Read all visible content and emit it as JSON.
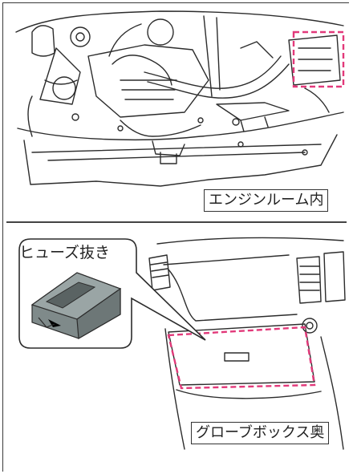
{
  "sections": {
    "engine": {
      "label": "エンジンルーム内"
    },
    "glovebox": {
      "label": "グローブボックス奥",
      "callout_label": "ヒューズ抜き"
    }
  },
  "colors": {
    "highlight": "#e2397a",
    "line": "#333333"
  },
  "icons": [
    "engine-room-illustration",
    "fuse-puller-illustration",
    "dashboard-illustration"
  ]
}
